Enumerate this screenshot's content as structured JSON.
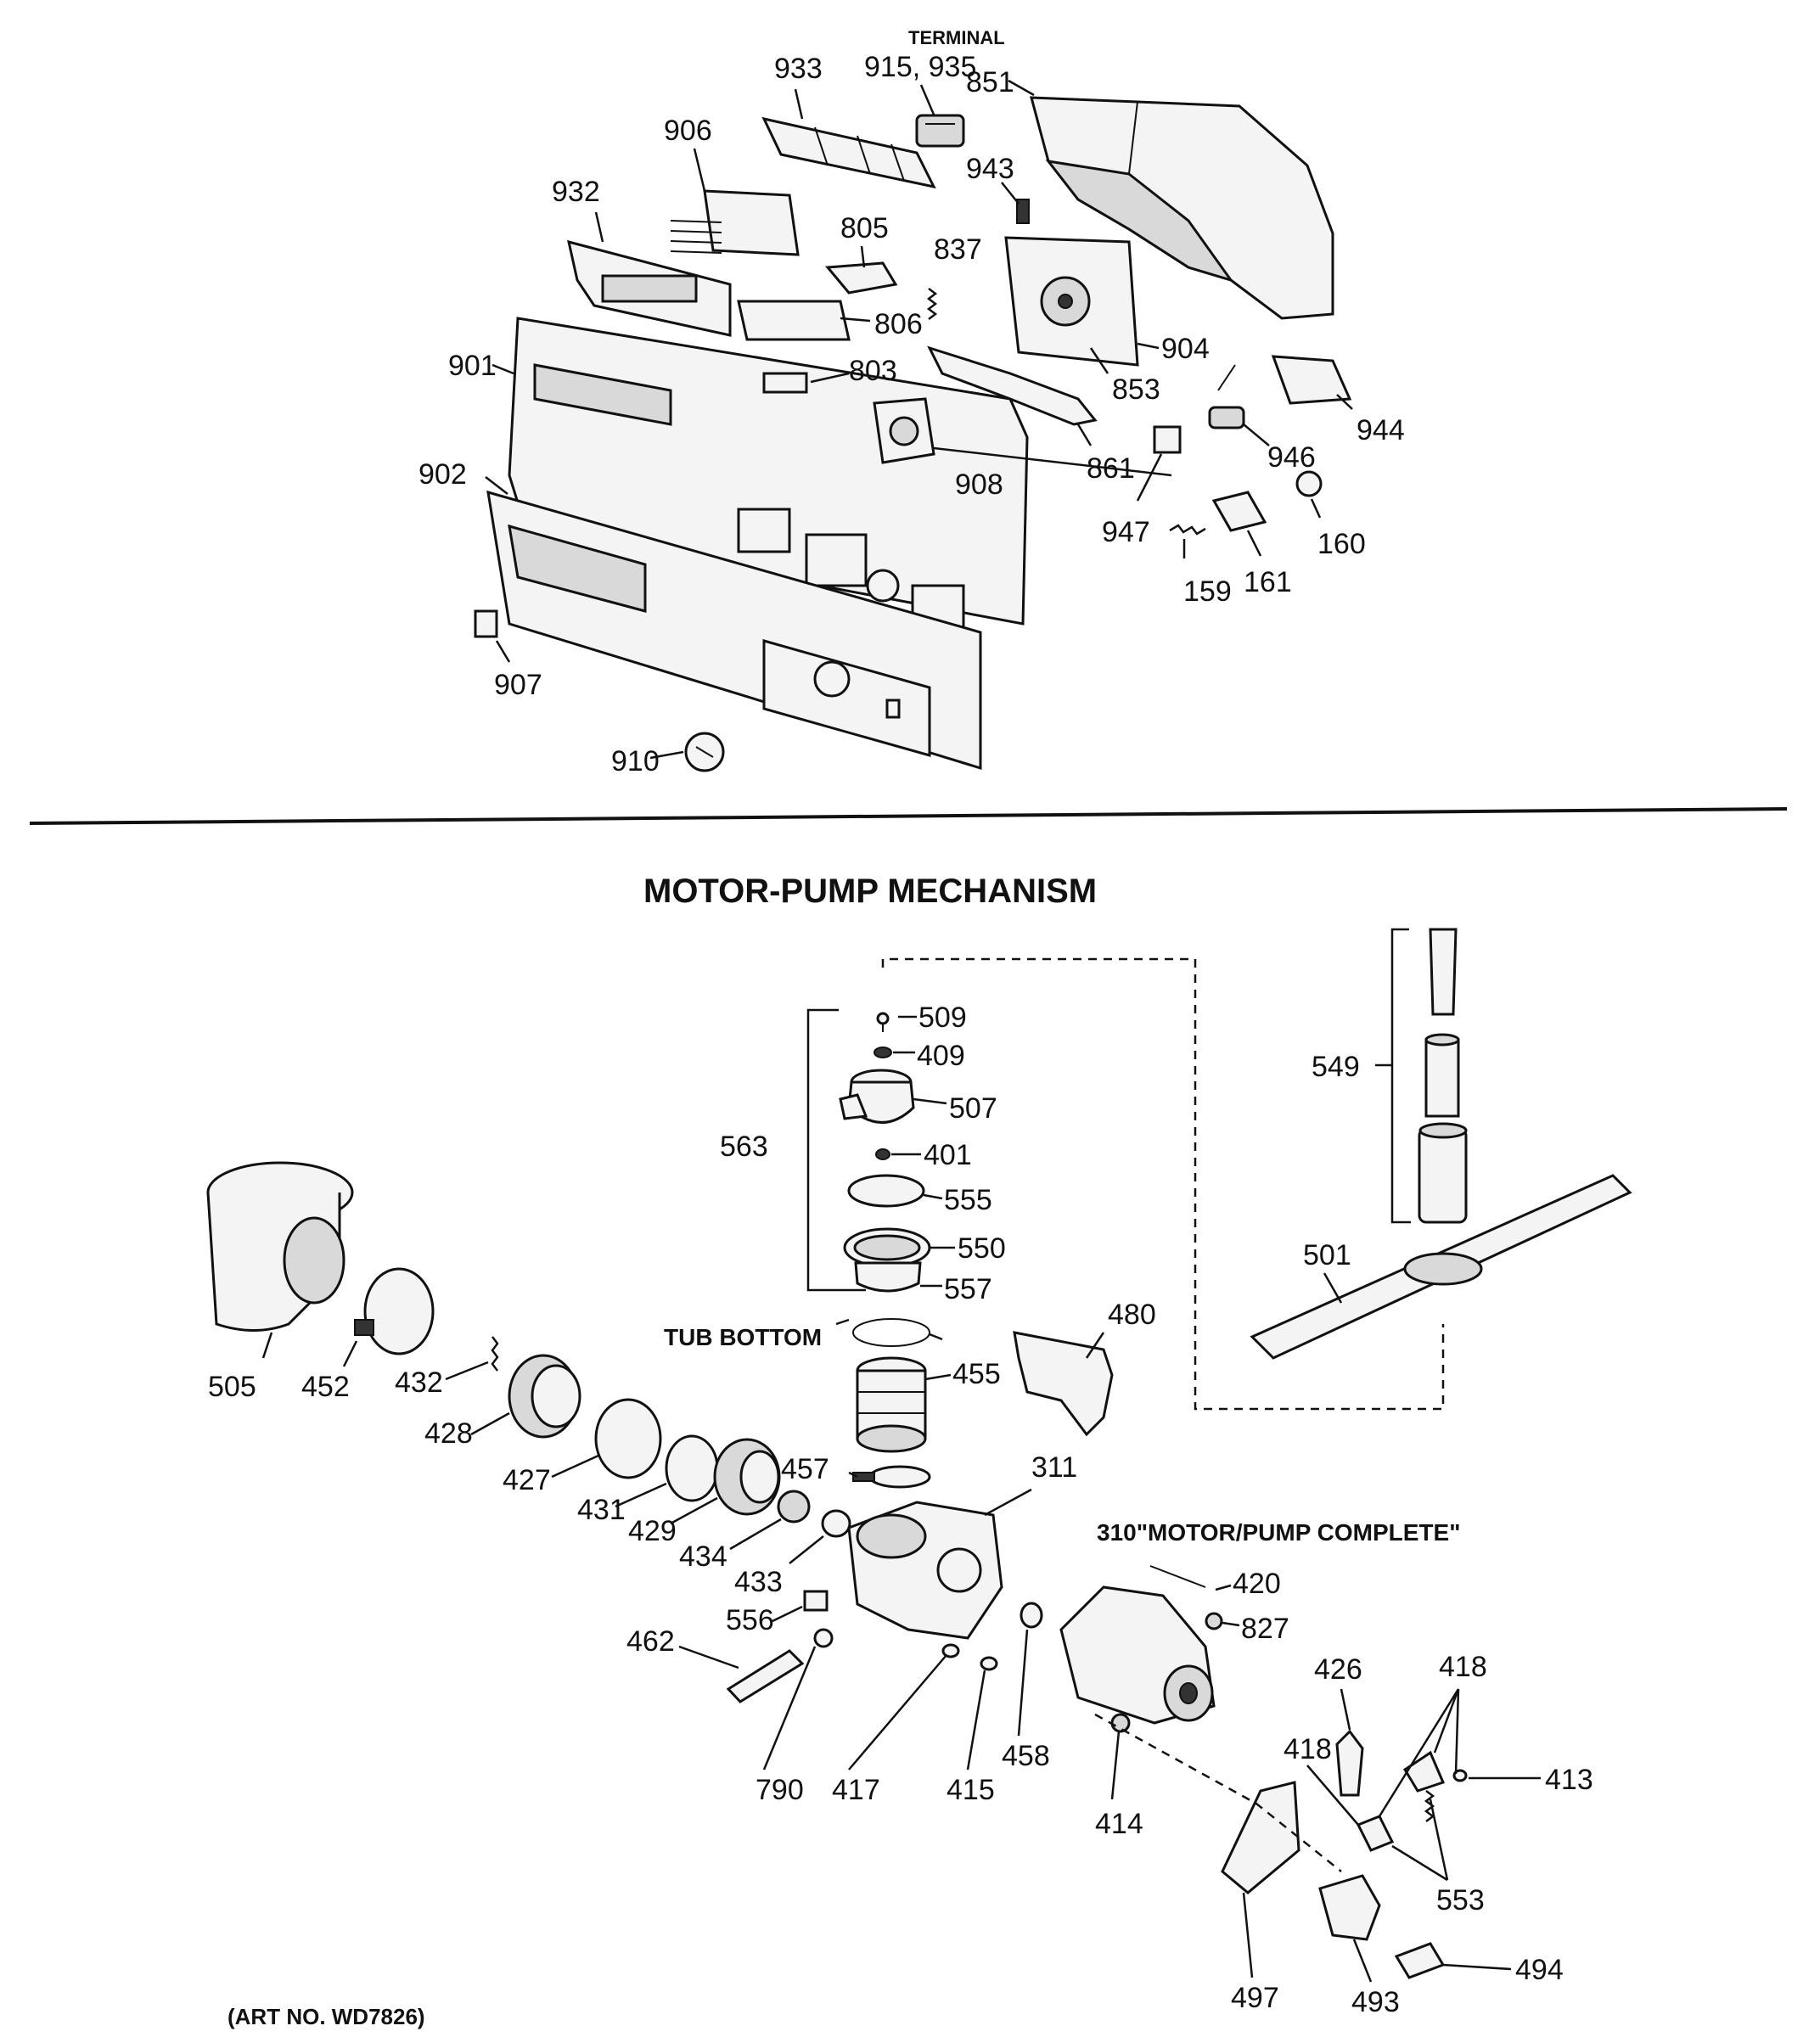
{
  "diagram": {
    "top_section": {
      "terminal_caption": "TERMINAL",
      "labels": {
        "p933": "933",
        "p915_935": "915, 935",
        "p851": "851",
        "p906": "906",
        "p932": "932",
        "p943": "943",
        "p805": "805",
        "p837": "837",
        "p806": "806",
        "p901": "901",
        "p803": "803",
        "p904": "904",
        "p853": "853",
        "p944": "944",
        "p908": "908",
        "p861": "861",
        "p946": "946",
        "p902": "902",
        "p947": "947",
        "p160": "160",
        "p159": "159",
        "p161": "161",
        "p907": "907",
        "p910": "910"
      }
    },
    "bottom_section": {
      "title": "MOTOR-PUMP MECHANISM",
      "tub_bottom": "TUB BOTTOM",
      "motor_pump_complete": "310\"MOTOR/PUMP COMPLETE\"",
      "art_no": "(ART NO. WD7826)",
      "labels": {
        "p509": "509",
        "p409": "409",
        "p507": "507",
        "p563": "563",
        "p401": "401",
        "p555": "555",
        "p550": "550",
        "p557": "557",
        "p549": "549",
        "p501": "501",
        "p480": "480",
        "p455": "455",
        "p457": "457",
        "p311": "311",
        "p505": "505",
        "p452": "452",
        "p432": "432",
        "p428": "428",
        "p427": "427",
        "p431": "431",
        "p429": "429",
        "p434": "434",
        "p433": "433",
        "p556": "556",
        "p462": "462",
        "p420": "420",
        "p827": "827",
        "p426": "426",
        "p418a": "418",
        "p418b": "418",
        "p413": "413",
        "p790": "790",
        "p417": "417",
        "p415": "415",
        "p458": "458",
        "p414": "414",
        "p553": "553",
        "p494": "494",
        "p497": "497",
        "p493": "493"
      }
    }
  }
}
